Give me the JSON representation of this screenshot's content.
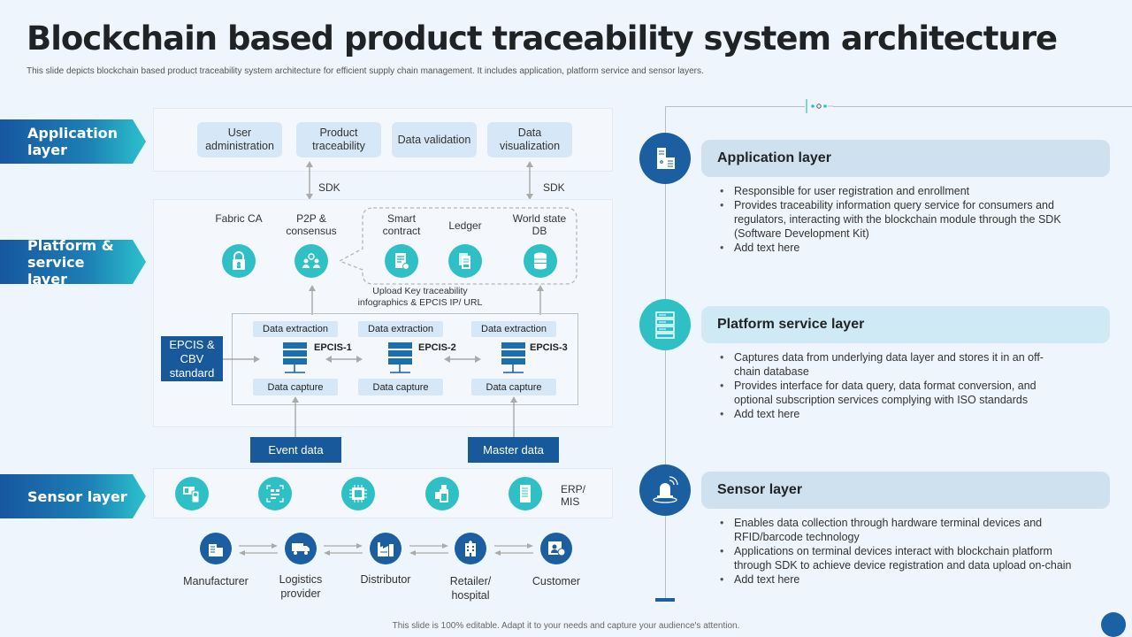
{
  "header": {
    "title": "Blockchain based product traceability system architecture",
    "subtitle": "This slide depicts blockchain based product traceability system architecture for efficient supply chain management. It includes application, platform service and sensor layers."
  },
  "footer": "This slide is 100% editable. Adapt it to your needs and capture your audience's attention.",
  "layer_tags": [
    "Application layer",
    "Platform & service layer",
    "Sensor layer"
  ],
  "application_layer": {
    "items": [
      "User administration",
      "Product traceability",
      "Data validation",
      "Data visualization"
    ]
  },
  "sdk_labels": [
    "SDK",
    "SDK"
  ],
  "platform_layer": {
    "components": [
      {
        "label": "Fabric CA",
        "icon": "lock-icon"
      },
      {
        "label": "P2P & consensus",
        "icon": "people-sync-icon"
      },
      {
        "label": "Smart contract",
        "icon": "contract-icon"
      },
      {
        "label": "Ledger",
        "icon": "ledger-icon"
      },
      {
        "label": "World state DB",
        "icon": "database-icon"
      }
    ],
    "upload_note": "Upload Key traceability infographics & EPCIS  IP/ URL",
    "standard_box": "EPCIS & CBV standard",
    "nodes": [
      {
        "name": "EPCIS-1",
        "top": "Data extraction",
        "bottom": "Data capture"
      },
      {
        "name": "EPCIS-2",
        "top": "Data extraction",
        "bottom": "Data capture"
      },
      {
        "name": "EPCIS-3",
        "top": "Data extraction",
        "bottom": "Data capture"
      }
    ],
    "inputs": [
      "Event data",
      "Master data"
    ]
  },
  "sensor_layer": {
    "devices": [
      "pos-terminal-icon",
      "qr-scanner-icon",
      "chip-icon",
      "card-reader-icon",
      "server-icon"
    ],
    "erp_label": "ERP/ MIS"
  },
  "supply_chain": [
    "Manufacturer",
    "Logistics provider",
    "Distributor",
    "Retailer/ hospital",
    "Customer"
  ],
  "right_panel": [
    {
      "title": "Application layer",
      "bullets": [
        "Responsible for user registration and enrollment",
        "Provides traceability information  query service for consumers and regulators, interacting with the blockchain module through the SDK (Software Development  Kit)",
        "Add text here"
      ]
    },
    {
      "title": "Platform service layer",
      "bullets": [
        "Captures data from underlying data layer and stores it in an off-chain database",
        "Provides interface for data query, data format conversion,  and optional subscription services complying with ISO standards",
        "Add text here"
      ]
    },
    {
      "title": "Sensor layer",
      "bullets": [
        "Enables data collection through hardware terminal devices and RFID/barcode technology",
        "Applications on terminal devices interact with blockchain platform through SDK to achieve device registration and data upload on-chain",
        "Add text here"
      ]
    }
  ],
  "colors": {
    "primary_blue": "#1b5fa0",
    "teal": "#2fc0c6",
    "light_blue_fill": "#d6e8f7",
    "background": "#eef5fc"
  }
}
